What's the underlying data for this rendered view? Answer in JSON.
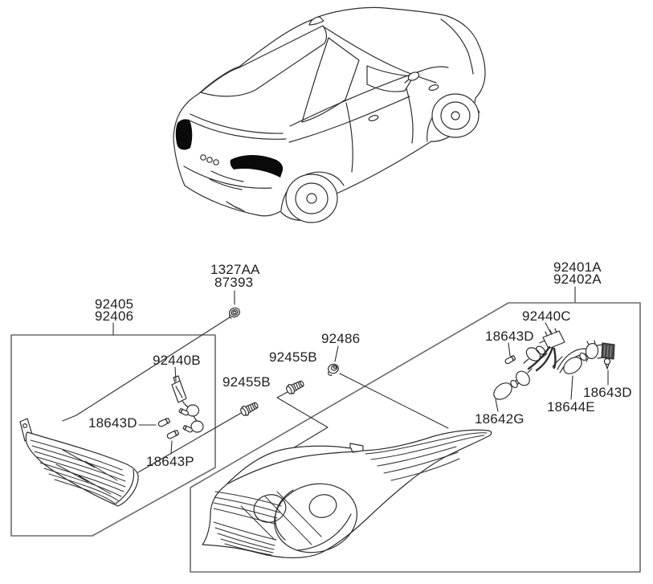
{
  "diagram": {
    "kind": "rear-combination-lamp-parts-diagram",
    "background": "#ffffff",
    "line_color": "#2e2e2e",
    "box_color": "#6a6b6e",
    "lamp_fill": "#0a0a0a",
    "labels": [
      {
        "id": "1327AA",
        "text": "1327AA"
      },
      {
        "id": "87393",
        "text": "87393"
      },
      {
        "id": "92405",
        "text": "92405"
      },
      {
        "id": "92406",
        "text": "92406"
      },
      {
        "id": "92440B",
        "text": "92440B"
      },
      {
        "id": "92455B-left",
        "text": "92455B"
      },
      {
        "id": "92455B-mid",
        "text": "92455B"
      },
      {
        "id": "92486",
        "text": "92486"
      },
      {
        "id": "92401A",
        "text": "92401A"
      },
      {
        "id": "92402A",
        "text": "92402A"
      },
      {
        "id": "92440C",
        "text": "92440C"
      },
      {
        "id": "18643D-harness",
        "text": "18643D"
      },
      {
        "id": "18643D-right",
        "text": "18643D"
      },
      {
        "id": "18644E",
        "text": "18644E"
      },
      {
        "id": "18642G",
        "text": "18642G"
      },
      {
        "id": "18643D-inner",
        "text": "18643D"
      },
      {
        "id": "18643P",
        "text": "18643P"
      }
    ],
    "icons": [
      {
        "name": "car-rear-isometric-illustration"
      },
      {
        "name": "flange-nut-icon"
      },
      {
        "name": "tapping-screw-icon"
      },
      {
        "name": "grommet-screw-icon"
      },
      {
        "name": "wedge-bulb-icon"
      },
      {
        "name": "round-bulb-icon"
      },
      {
        "name": "bulb-socket-icon"
      },
      {
        "name": "wiring-harness-icon"
      },
      {
        "name": "inner-tail-lamp-drawing"
      },
      {
        "name": "outer-tail-lamp-drawing"
      }
    ]
  }
}
